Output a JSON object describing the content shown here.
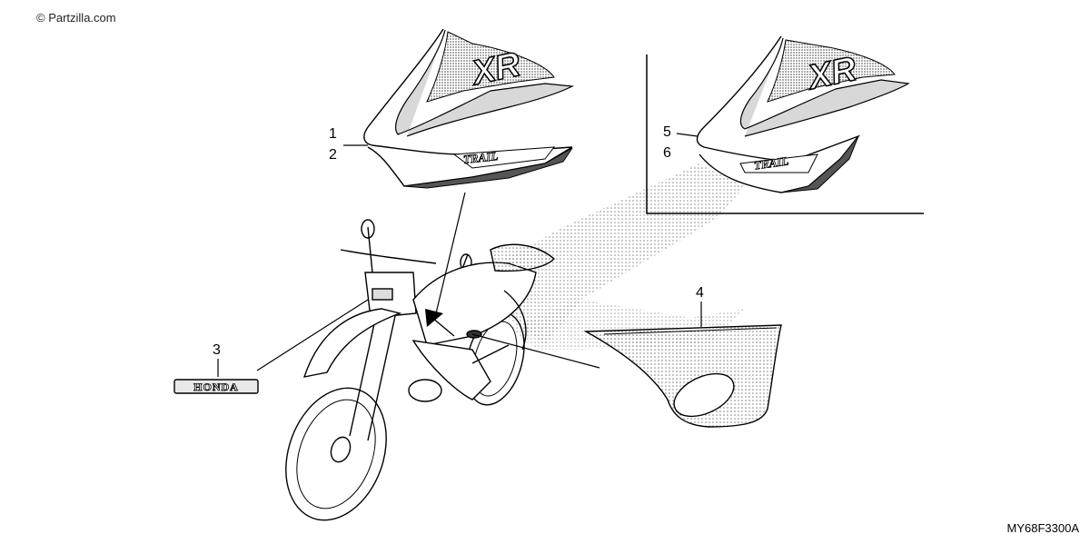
{
  "watermark": "© Partzilla.com",
  "diagram_code": "MY68F3300A",
  "callouts": {
    "c1": "1",
    "c2": "2",
    "c3": "3",
    "c4": "4",
    "c5": "5",
    "c6": "6"
  },
  "decal_text": {
    "model_logo": "XR",
    "shroud_logo": "TRAIL",
    "brand_emblem": "HONDA"
  },
  "colors": {
    "line": "#000000",
    "dot_fill": "#808080",
    "background": "#ffffff"
  }
}
